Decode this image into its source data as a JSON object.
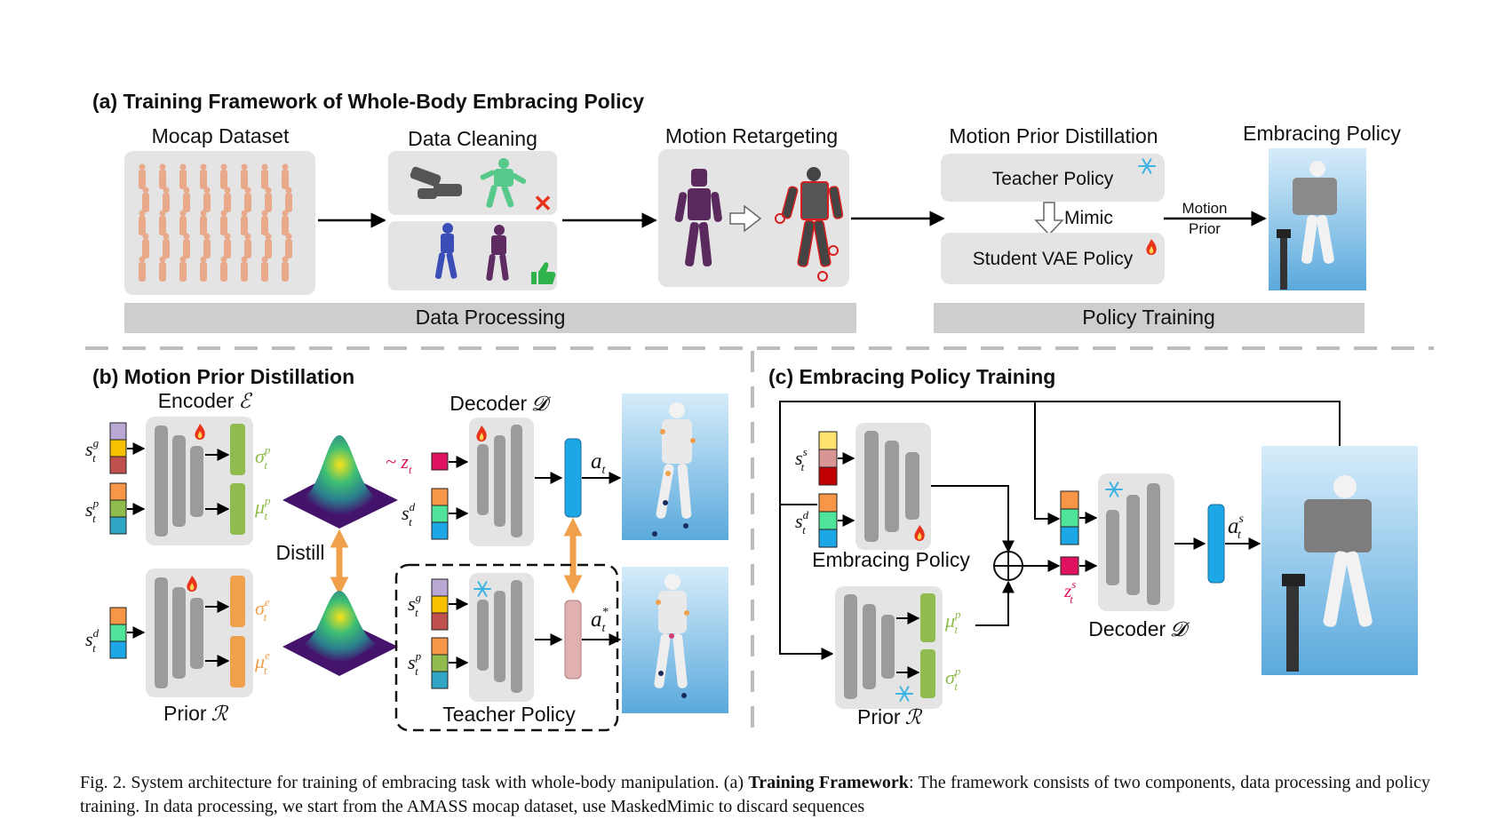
{
  "panel_a": {
    "title": "(a) Training Framework of Whole-Body Embracing Policy",
    "mocap_label": "Mocap Dataset",
    "cleaning_label": "Data Cleaning",
    "retarget_label": "Motion Retargeting",
    "distill_label": "Motion Prior Distillation",
    "teacher": "Teacher Policy",
    "mimic": "Mimic",
    "student": "Student VAE Policy",
    "motion": "Motion",
    "prior": "Prior",
    "embrace_label": "Embracing Policy",
    "bar_processing": "Data Processing",
    "bar_training": "Policy Training"
  },
  "panel_b": {
    "title": "(b) Motion Prior Distillation",
    "encoder": "Encoder",
    "encoder_sym": "ℰ",
    "decoder": "Decoder",
    "decoder_sym": "𝓓",
    "prior": "Prior",
    "prior_sym": "ℛ",
    "distill": "Distill",
    "teacher": "Teacher Policy",
    "z_label": "~ z",
    "z_sub": "t"
  },
  "panel_c": {
    "title": "(c) Embracing Policy Training",
    "embracing": "Embracing Policy",
    "decoder": "Decoder",
    "decoder_sym": "𝓓",
    "prior": "Prior",
    "prior_sym": "ℛ"
  },
  "caption": {
    "prefix": "Fig. 2.    System architecture for training of embracing task with whole-body manipulation. (a) ",
    "bold": "Training Framework",
    "rest": ": The framework consists of two components, data processing and policy training. In data processing, we start from the AMASS mocap dataset, use MaskedMimic to discard sequences"
  },
  "colors": {
    "box": "#e4e4e4",
    "bar": "#cecece",
    "layer": "#9b9b9b",
    "green": "#8fbc4d",
    "orange": "#f0a04b",
    "blue": "#1ea7e6",
    "pink": "#e0b1b0",
    "magenta": "#e0115f",
    "fire": "#e8321c",
    "snow": "#3fb3e2"
  }
}
